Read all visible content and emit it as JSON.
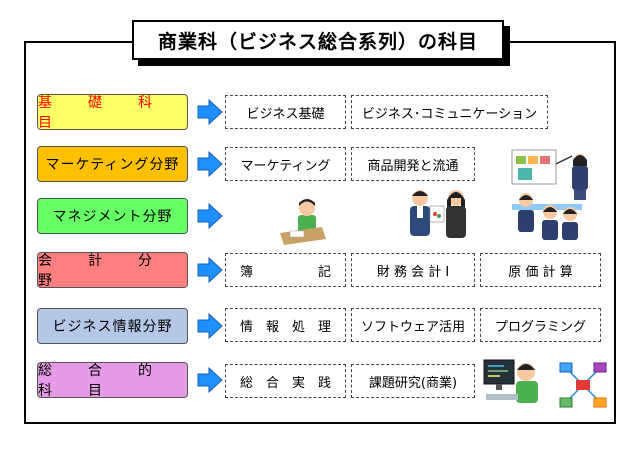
{
  "title": "商業科（ビジネス総合系列）の科目",
  "categories": [
    {
      "label": "基　礎　科　目",
      "color": "#ffff66",
      "text_color": "#ff0000",
      "subjects": [
        "ビジネス基礎",
        "ビジネス･コミュニケーション"
      ]
    },
    {
      "label": "マーケティング分野",
      "color": "#ffc000",
      "text_color": "#000000",
      "subjects": [
        "マーケティング",
        "商品開発と流通"
      ]
    },
    {
      "label": "マネジメント分野",
      "color": "#66ff66",
      "text_color": "#000000",
      "subjects": []
    },
    {
      "label": "会　計　分　野",
      "color": "#ff8080",
      "text_color": "#000000",
      "subjects": [
        "簿　　　　　記",
        "財 務 会 計 Ⅰ",
        "原 価 計 算"
      ]
    },
    {
      "label": "ビジネス情報分野",
      "color": "#b4c7e7",
      "text_color": "#000000",
      "subjects": [
        "情　報　処　理",
        "ソフトウェア活用",
        "プログラミング"
      ]
    },
    {
      "label": "総　合　的　科　目",
      "color": "#e59be5",
      "text_color": "#000000",
      "subjects": [
        "総　合　実　践",
        "課題研究(商業)"
      ]
    }
  ],
  "icons": [
    "arrow-right-icon",
    "student-studying-icon",
    "business-meeting-icon",
    "presentation-icon",
    "programmer-icon",
    "network-icon"
  ],
  "colors": {
    "arrow_fill": "#1e90ff",
    "arrow_stroke": "#1560b0"
  }
}
